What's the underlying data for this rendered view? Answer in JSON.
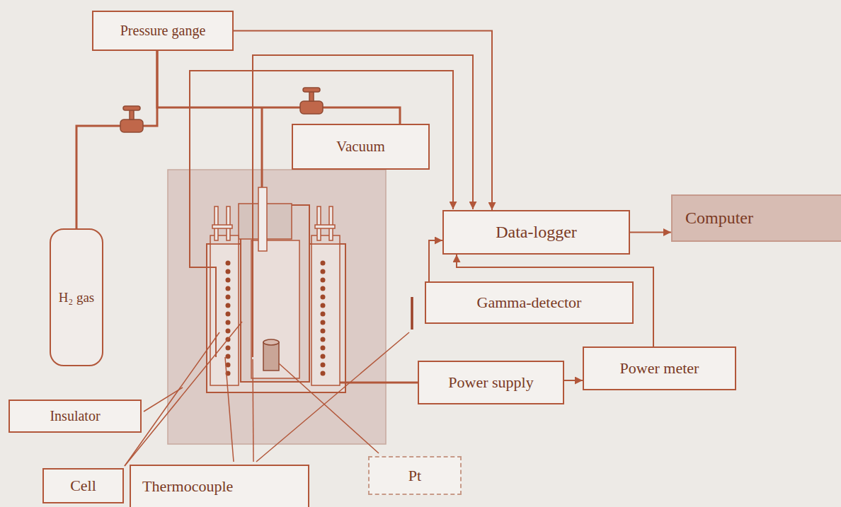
{
  "diagram": {
    "nodes": [
      {
        "text": [
          "Pressure gange"
        ]
      },
      {
        "text": [
          "Vacuum"
        ]
      },
      {
        "text": [
          "H₂ gas"
        ]
      },
      {
        "text": [
          "Data-logger"
        ]
      },
      {
        "text": [
          "Computer"
        ]
      },
      {
        "text": [
          "Gamma-detector"
        ]
      },
      {
        "text": [
          "Power supply"
        ]
      },
      {
        "text": [
          "Power meter"
        ]
      },
      {
        "text": [
          "Insulator"
        ]
      },
      {
        "text": [
          "Cell"
        ]
      },
      {
        "text": [
          "Thermocouple"
        ]
      },
      {
        "text": [
          "Pt"
        ]
      }
    ],
    "edges": [
      {
        "from": 0,
        "to": 3,
        "arrow": "to"
      },
      {
        "from": 2,
        "to": 0,
        "arrow": "none"
      },
      {
        "from": 1,
        "to": 0,
        "arrow": "none"
      },
      {
        "from": 3,
        "to": 4,
        "arrow": "to"
      },
      {
        "from": 5,
        "to": 3,
        "arrow": "to"
      },
      {
        "from": 6,
        "to": 7,
        "arrow": "to"
      },
      {
        "from": 7,
        "to": 3,
        "arrow": "to"
      }
    ]
  }
}
